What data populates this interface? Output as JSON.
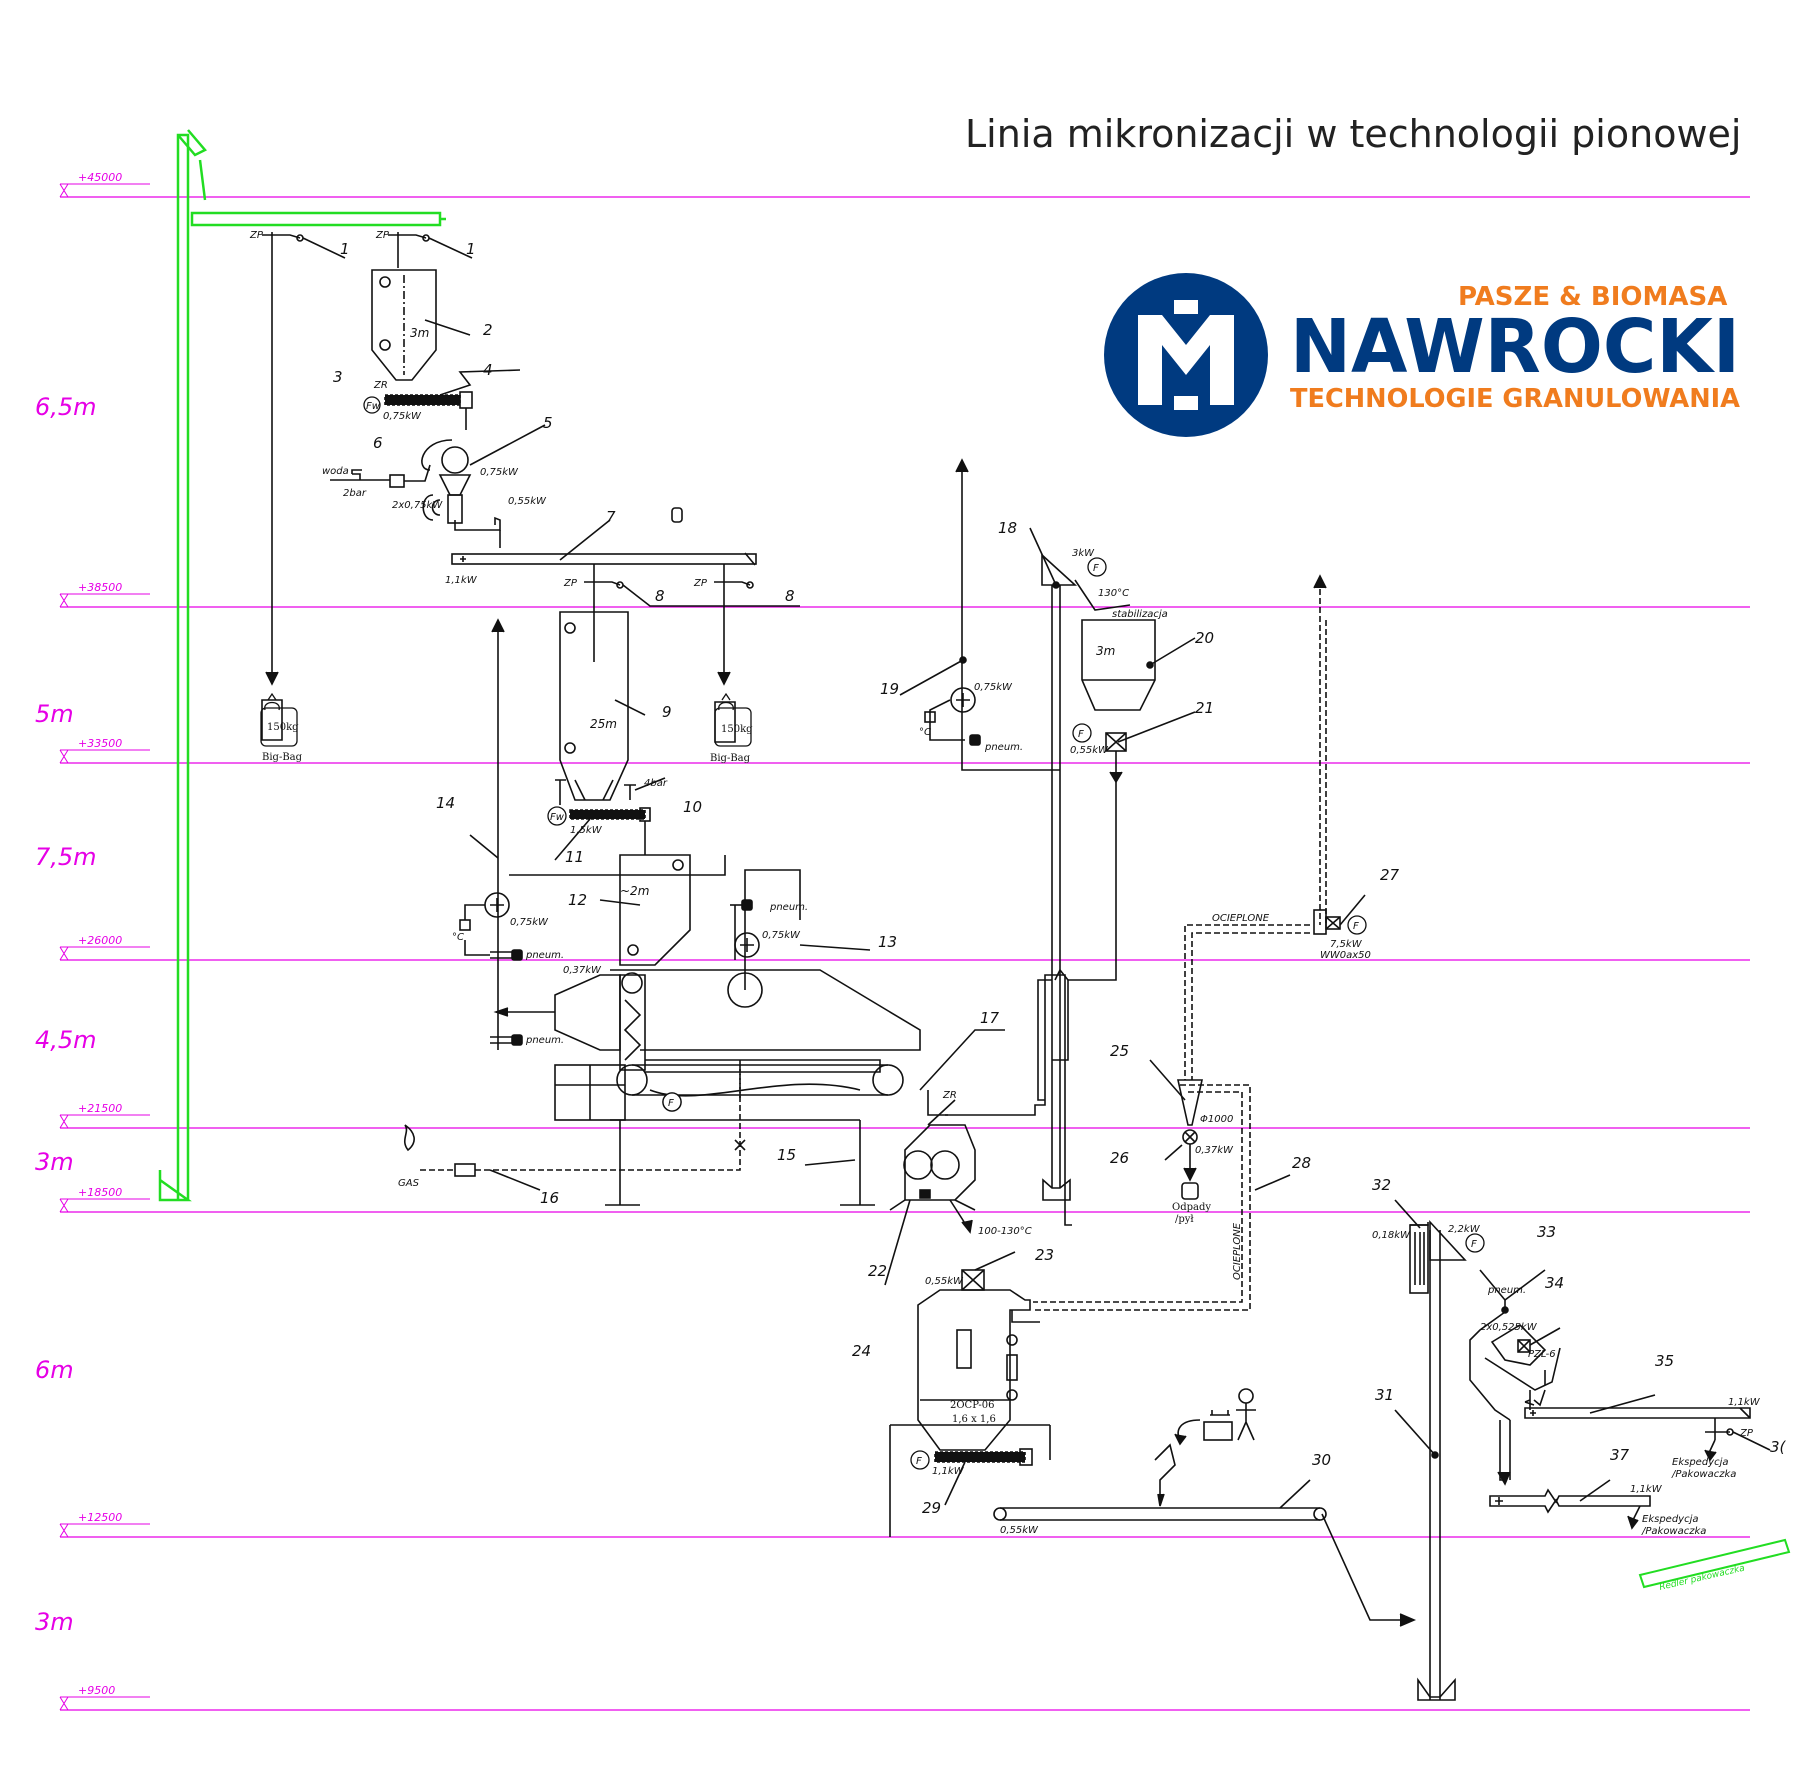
{
  "title": "Linia mikronizacji w technologii pionowej",
  "logo": {
    "line1": "PASZE & BIOMASA",
    "line2": "NAWROCKI",
    "line3": "TECHNOLOGIE GRANULOWANIA",
    "brand_blue": "#003a80",
    "brand_orange": "#f07c1e"
  },
  "levels": [
    {
      "id": "l45000",
      "label": "+45000"
    },
    {
      "id": "l38500",
      "label": "+38500"
    },
    {
      "id": "l33500",
      "label": "+33500"
    },
    {
      "id": "l26000",
      "label": "+26000"
    },
    {
      "id": "l21500",
      "label": "+21500"
    },
    {
      "id": "l18500",
      "label": "+18500"
    },
    {
      "id": "l12500",
      "label": "+12500"
    },
    {
      "id": "l9500",
      "label": "+9500"
    }
  ],
  "heights": [
    "6,5m",
    "5m",
    "7,5m",
    "4,5m",
    "3m",
    "6m",
    "3m"
  ],
  "numbers": [
    "1",
    "1",
    "2",
    "3",
    "4",
    "5",
    "6",
    "7",
    "8",
    "8",
    "9",
    "10",
    "11",
    "12",
    "13",
    "14",
    "15",
    "16",
    "17",
    "18",
    "19",
    "20",
    "21",
    "22",
    "23",
    "24",
    "25",
    "26",
    "27",
    "28",
    "29",
    "30",
    "31",
    "32",
    "33",
    "34",
    "35",
    "37",
    "3("
  ],
  "text": {
    "zp": "ZP",
    "zr": "ZR",
    "vol3": "3m",
    "vol25": "25m",
    "vol2": "~2m",
    "vol3b": "3m",
    "kw075": "0,75kW",
    "kw055": "0,55kW",
    "kw11": "1,1kW",
    "kw15": "1,5kW",
    "kw037": "0,37kW",
    "kw3": "3kW",
    "kw75": "7,5kW",
    "kw22": "2,2kW",
    "kw018": "0,18kW",
    "kw2x075": "2x0,75kW",
    "kw2x0525": "2x0,525kW",
    "woda": "woda",
    "bar2": "2bar",
    "bar4": "4bar",
    "bag150": "150kg",
    "bigbag": "Big-Bag",
    "pneum": "pneum.",
    "degC": "°C",
    "c130": "130°C",
    "stab": "stabilizacja",
    "ocieplone": "OCIEPLONE",
    "ww": "WW0ax50",
    "fi1000": "Φ1000",
    "odpady": "Odpady",
    "pyl": "/pył",
    "gas": "GAS",
    "temp": "100-130°C",
    "cooler1": "2OCP-06",
    "cooler2": "1,6 x 1,6",
    "pzl": "PZL-6",
    "eksp": "Ekspedycja",
    "pak": "/Pakowaczka",
    "redler": "Redler pakowaczka",
    "F": "F",
    "Fw": "Fw"
  },
  "colors": {
    "levels": "#e600e6",
    "elevator": "#22dd22",
    "lines": "#111111"
  }
}
